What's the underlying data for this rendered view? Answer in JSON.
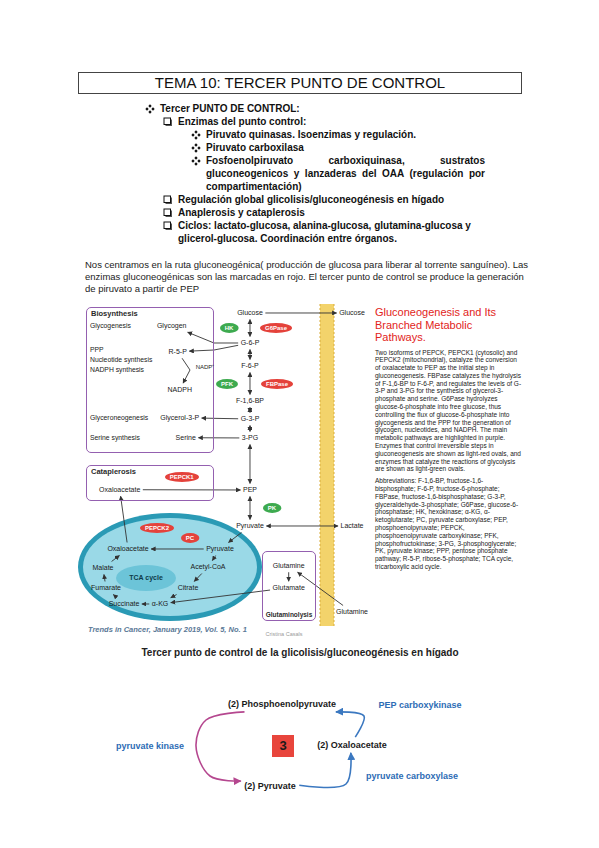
{
  "diagram": {
    "title": "TEMA 10: TERCER PUNTO DE CONTROL",
    "nodes": [
      {
        "text": [
          "Biosynthesis"
        ]
      },
      {
        "text": [
          "Glycogen"
        ],
        "in": 0
      },
      {
        "text": [
          "R-5-P"
        ],
        "in": 0
      },
      {
        "text": [
          "NADPH"
        ],
        "in": 0
      },
      {
        "text": [
          "Glycerol-3-P"
        ],
        "in": 0
      },
      {
        "text": [
          "Serine"
        ],
        "in": 0
      },
      {
        "text": [
          "Glucose"
        ]
      },
      {
        "text": [
          "HK"
        ]
      },
      {
        "text": [
          "G6Pase"
        ]
      },
      {
        "text": [
          "Glucose"
        ]
      },
      {
        "text": [
          "G-6-P"
        ]
      },
      {
        "text": [
          "F-6-P"
        ]
      },
      {
        "text": [
          "PFK"
        ]
      },
      {
        "text": [
          "FBPase"
        ]
      },
      {
        "text": [
          "F-1,6-BP"
        ]
      },
      {
        "text": [
          "G-3-P"
        ]
      },
      {
        "text": [
          "3-PG"
        ]
      },
      {
        "text": [
          "Cataplerosis"
        ]
      },
      {
        "text": [
          "Oxaloacetate"
        ],
        "in": 17
      },
      {
        "text": [
          "PEPCK1"
        ],
        "in": 17
      },
      {
        "text": [
          "PEP"
        ]
      },
      {
        "text": [
          "PK"
        ]
      },
      {
        "text": [
          "Pyruvate"
        ]
      },
      {
        "text": [
          "Lactate"
        ]
      },
      {
        "text": [
          "PEPCK2"
        ]
      },
      {
        "text": [
          "PC"
        ]
      },
      {
        "text": [
          "Oxaloacetate"
        ]
      },
      {
        "text": [
          "Pyruvate"
        ]
      },
      {
        "text": [
          "Acetyl-CoA"
        ]
      },
      {
        "text": [
          "Malate"
        ]
      },
      {
        "text": [
          "Citrate"
        ]
      },
      {
        "text": [
          "Fumarate"
        ]
      },
      {
        "text": [
          "α-KG"
        ]
      },
      {
        "text": [
          "Succinate"
        ]
      },
      {
        "text": [
          "Glutaminolysis"
        ]
      },
      {
        "text": [
          "Glutamine"
        ],
        "in": 34
      },
      {
        "text": [
          "Glutamate"
        ],
        "in": 34
      },
      {
        "text": [
          "Glutamine"
        ]
      },
      {
        "text": [
          "(2) Phosphoenolpyruvate"
        ]
      },
      {
        "text": [
          "(2) Oxaloacetate"
        ]
      },
      {
        "text": [
          "3"
        ]
      },
      {
        "text": [
          "(2) Pyruvate"
        ]
      }
    ],
    "edges": [
      {
        "from": 6,
        "to": 9,
        "arrow": "to"
      },
      {
        "from": 6,
        "to": 10,
        "arrow": "both"
      },
      {
        "from": 10,
        "to": 1,
        "arrow": "to"
      },
      {
        "from": 10,
        "to": 2,
        "arrow": "to"
      },
      {
        "from": 2,
        "to": 3,
        "arrow": "to"
      },
      {
        "from": 10,
        "to": 11,
        "arrow": "both"
      },
      {
        "from": 11,
        "to": 14,
        "arrow": "both"
      },
      {
        "from": 14,
        "to": 15,
        "arrow": "both"
      },
      {
        "from": 15,
        "to": 4,
        "arrow": "to"
      },
      {
        "from": 15,
        "to": 16,
        "arrow": "both"
      },
      {
        "from": 16,
        "to": 5,
        "arrow": "to"
      },
      {
        "from": 16,
        "to": 20,
        "arrow": "both"
      },
      {
        "from": 18,
        "to": 20,
        "arrow": "to"
      },
      {
        "from": 20,
        "to": 22,
        "arrow": "both"
      },
      {
        "from": 22,
        "to": 23,
        "arrow": "both"
      },
      {
        "from": 22,
        "to": 27,
        "arrow": "to"
      },
      {
        "from": 27,
        "to": 26,
        "arrow": "to"
      },
      {
        "from": 26,
        "to": 18,
        "arrow": "to"
      },
      {
        "from": 27,
        "to": 28,
        "arrow": "to"
      },
      {
        "from": 28,
        "to": 30,
        "arrow": "to"
      },
      {
        "from": 30,
        "to": 32,
        "arrow": "to"
      },
      {
        "from": 32,
        "to": 33,
        "arrow": "to"
      },
      {
        "from": 33,
        "to": 31,
        "arrow": "to"
      },
      {
        "from": 31,
        "to": 29,
        "arrow": "to"
      },
      {
        "from": 29,
        "to": 26,
        "arrow": "to"
      },
      {
        "from": 37,
        "to": 35,
        "arrow": "to"
      },
      {
        "from": 35,
        "to": 36,
        "arrow": "to"
      },
      {
        "from": 36,
        "to": 32,
        "arrow": "to"
      },
      {
        "from": 38,
        "to": 41,
        "arrow": "to",
        "label": "pyruvate kinase"
      },
      {
        "from": 41,
        "to": 39,
        "arrow": "to",
        "label": "pyruvate carboxylase"
      },
      {
        "from": 39,
        "to": 38,
        "arrow": "to",
        "label": "PEP carboxykinase"
      }
    ],
    "labels": [
      "Tercer PUNTO DE CONTROL:",
      "Enzimas del punto control:",
      "Piruvato quinasas. Isoenzimas y regulación.",
      "Piruvato carboxilasa",
      "Fosfoenolpiruvato carboxiquinasa, sustratos gluconeogenicos y lanzaderas del OAA (regulación por compartimentación)",
      "Regulación global glicolisis/gluconeogénesis en hígado",
      "Anaplerosis y cataplerosis",
      "Ciclos: lactato-glucosa, alanina-glucosa, glutamina-glucosa y glicerol-glucosa. Coordinación entre órganos.",
      "Nos centramos en la ruta gluconeogénica( producción de glucosa para liberar al torrente sanguíneo). Las enzimas gluconeogénicas son las marcadas en rojo. El tercer punto de control se produce la generación de piruvato a partir de PEP",
      "Glycogenesis",
      "PPP",
      "Nucleotide synthesis",
      "NADPH synthesis",
      "NADP⁺",
      "Glyceroneogenesis",
      "Serine synthesis",
      "TCA cycle",
      "Gluconeogenesis and Its Branched Metabolic Pathways.",
      "Two isoforms of PEPCK, PEPCK1 (cytosolic) and PEPCK2 (mitochondrial), catalyze the conversion of oxalacetate to PEP as the initial step in gluconeogenesis. FBPase catalyzes the hydrolysis of F-1,6-BP to F-6-P, and regulates the levels of G-3-P and 3-PG for the synthesis of glycerol-3-phosphate and serine. G6Pase hydrolyzes glucose-6-phosphate into free glucose, thus controlling the flux of glucose-6-phosphate into glycogenesis and the PPP for the generation of glycogen, nucleotides, and NADPH. The main metabolic pathways are highlighted in purple. Enzymes that control irreversible steps in gluconeogenesis are shown as light-red ovals, and enzymes that catalyze the reactions of glycolysis are shown as light-green ovals.",
      "Abbreviations: F-1,6-BP, fructose-1,6-bisphosphate; F-6-P, fructose-6-phosphate; FBPase, fructose-1,6-bisphosphatase; G-3-P, glyceraldehyde-3-phosphate; G6Pase, glucose-6-phosphatase; HK, hexokinase; α-KG, α-ketoglutarate; PC, pyruvate carboxylase; PEP, phosphoenolpyruvate; PEPCK, phosphoenolpyruvate carboxykinase; PFK, phosphofructokinase; 3-PG, 3-phosphoglycerate; PK, pyruvate kinase; PPP, pentose phosphate pathway; R-5-P, ribose-5-phosphate; TCA cycle, tricarboxylic acid cycle.",
      "Trends in Cancer, January 2019, Vol. 5, No. 1",
      "Cristina Casals",
      "Tercer punto de control de la glicolisis/gluconeogénesis en hígado"
    ]
  }
}
